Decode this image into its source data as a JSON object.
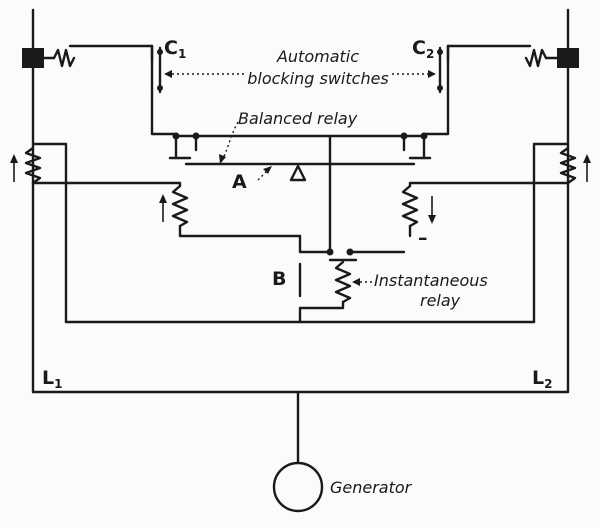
{
  "labels": {
    "c1": "C",
    "c1_sub": "1",
    "c2": "C",
    "c2_sub": "2",
    "automatic_line1": "Automatic",
    "automatic_line2": "blocking switches",
    "balanced_relay": "Balanced relay",
    "a": "A",
    "b": "B",
    "instantaneous_line1": "Instantaneous",
    "instantaneous_line2": "relay",
    "minus": "–",
    "l1": "L",
    "l1_sub": "1",
    "l2": "L",
    "l2_sub": "2",
    "generator": "Generator"
  }
}
